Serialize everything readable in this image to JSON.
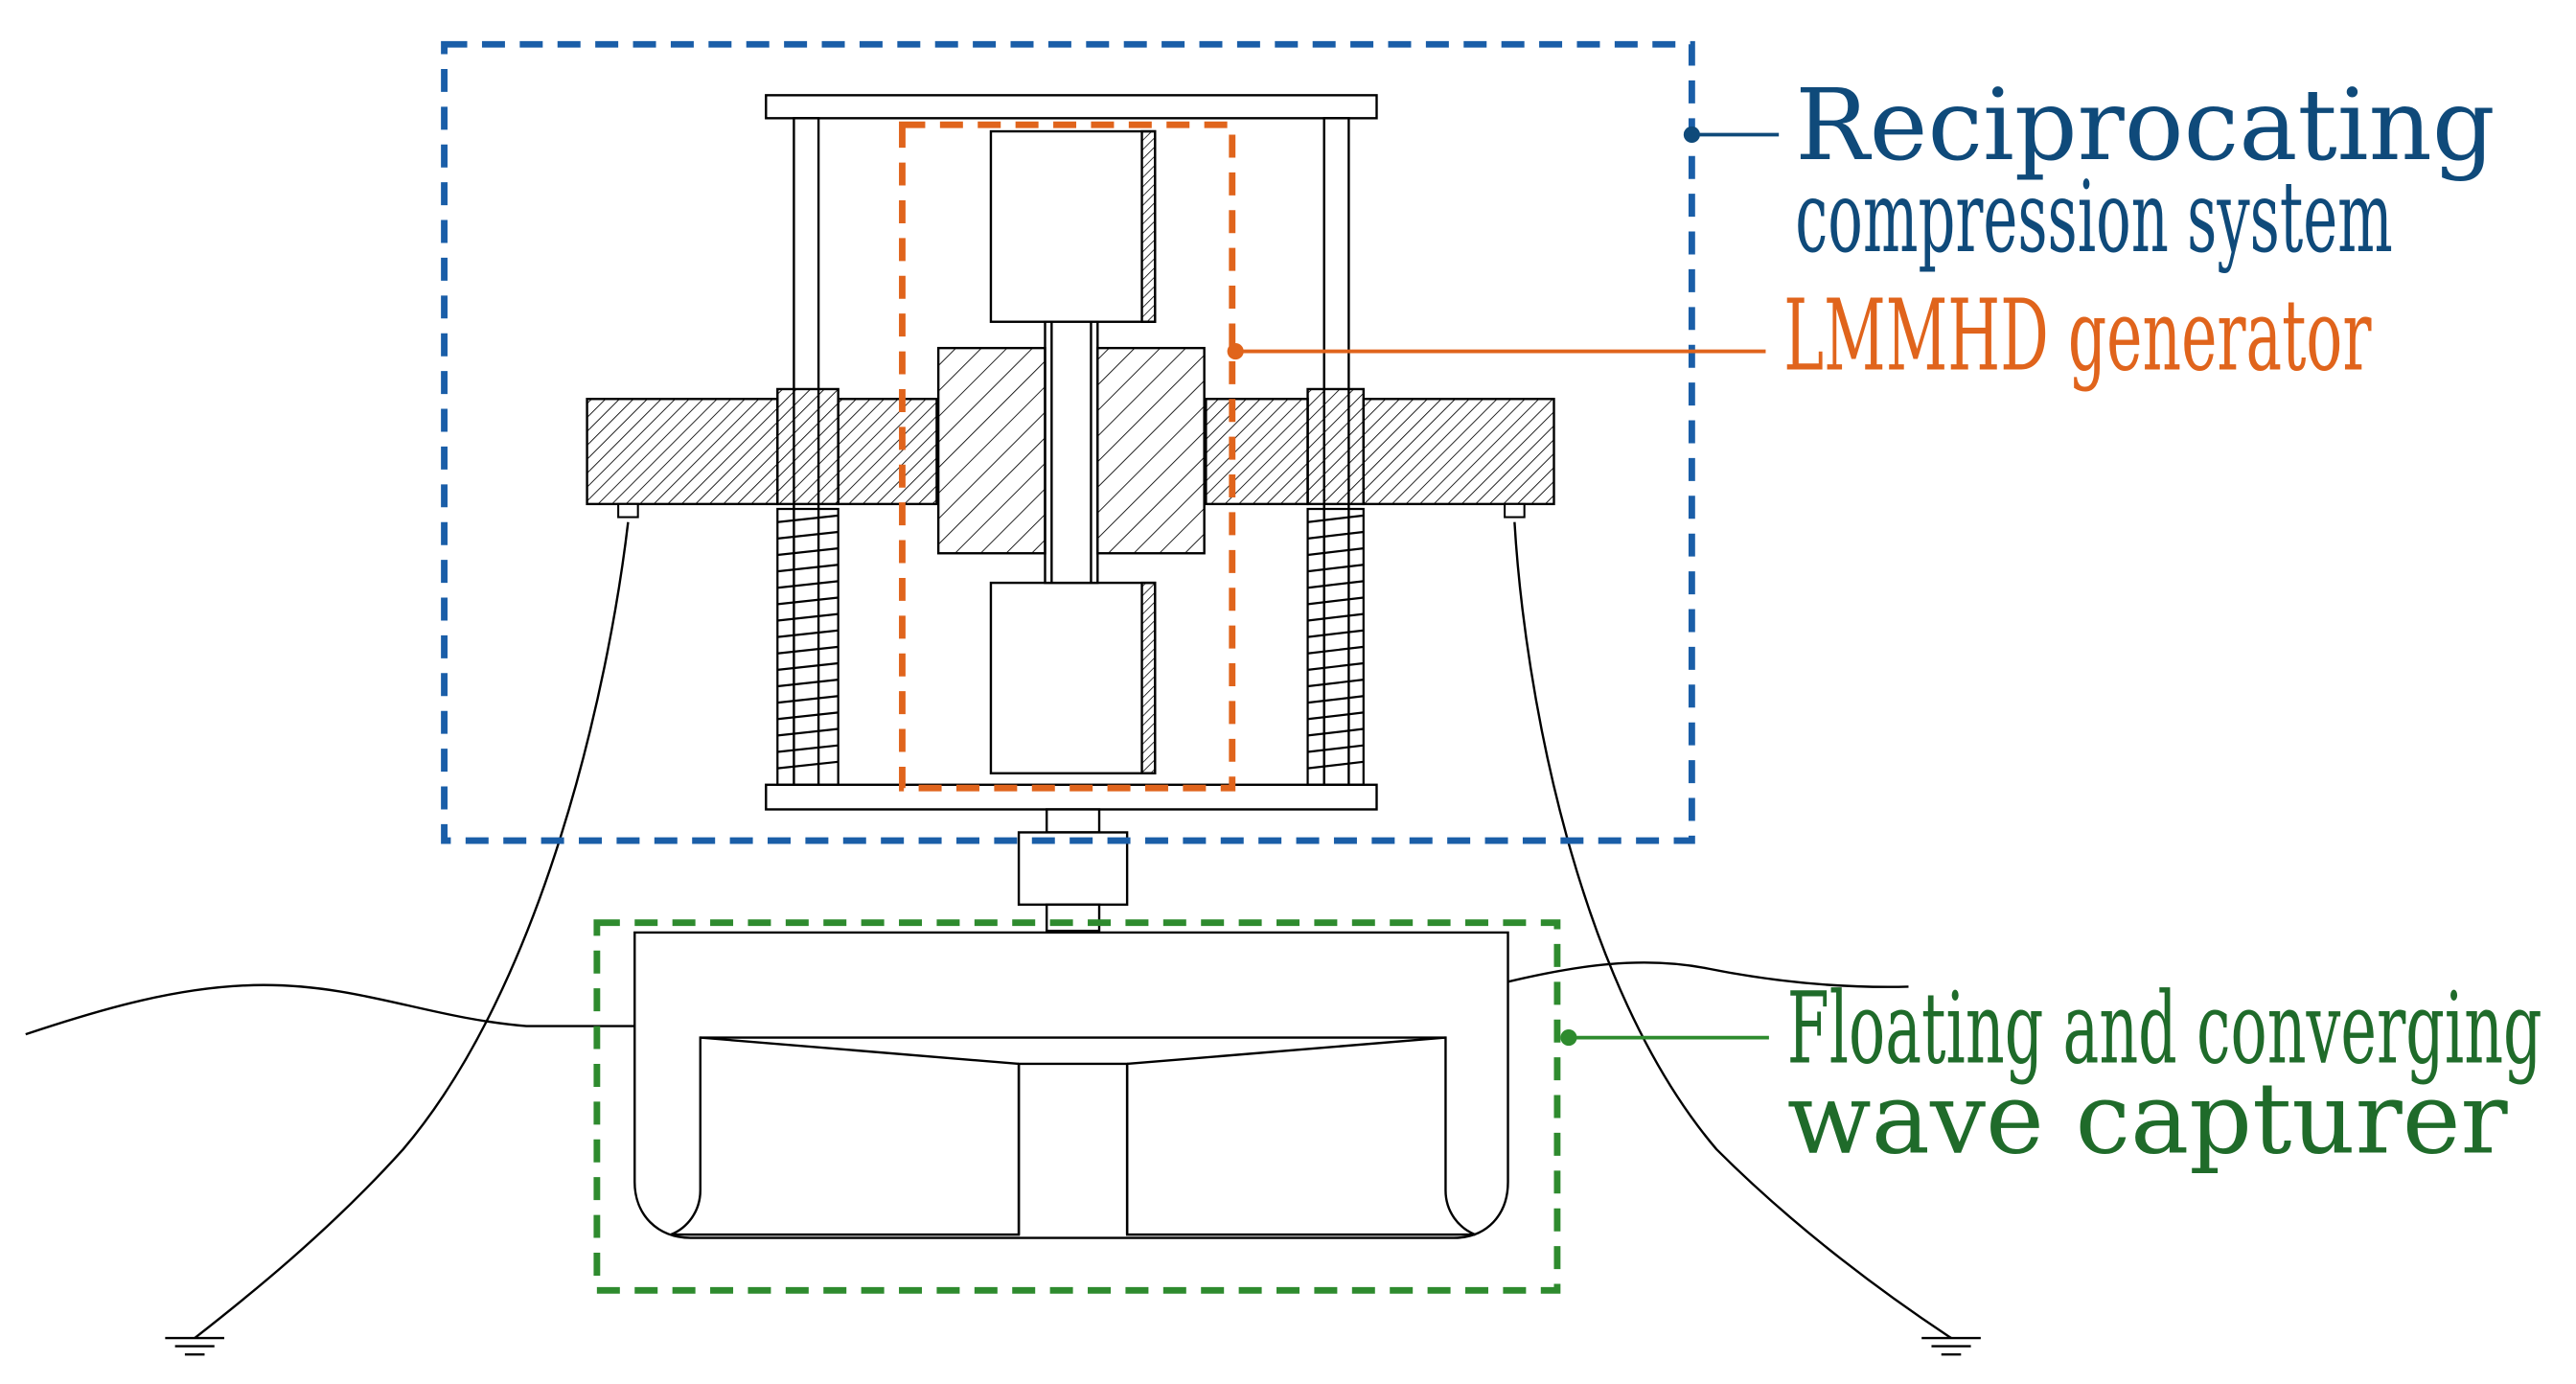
{
  "labels": {
    "reciprocating_line1": "Reciprocating",
    "reciprocating_line2": "compression system",
    "generator": "LMMHD generator",
    "capturer_line1": "Floating  and  converging",
    "capturer_line2": "wave capturer"
  },
  "colors": {
    "reciprocating": "#1a5ea8",
    "reciprocating_text": "#0f4a7a",
    "generator": "#e0641c",
    "capturer": "#2e8b2e",
    "capturer_text": "#1f6b2a",
    "drawing": "#000000"
  }
}
